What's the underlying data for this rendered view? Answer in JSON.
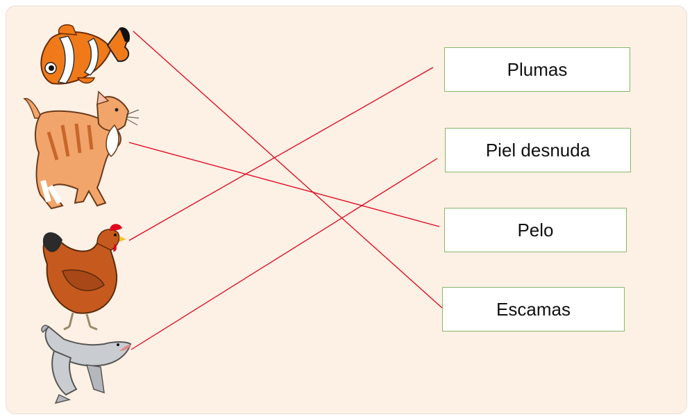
{
  "labels": {
    "plumas": "Plumas",
    "piel_desnuda": "Piel desnuda",
    "pelo": "Pelo",
    "escamas": "Escamas"
  },
  "animals": [
    "clownfish-icon",
    "cat-icon",
    "hen-icon",
    "seal-icon"
  ],
  "connections": [
    {
      "animal": "fish",
      "label": "Escamas"
    },
    {
      "animal": "cat",
      "label": "Pelo"
    },
    {
      "animal": "hen",
      "label": "Plumas"
    },
    {
      "animal": "seal",
      "label": "Piel desnuda"
    }
  ],
  "colors": {
    "background": "#fdf0e4",
    "line": "#e0001b",
    "box_border": "#84b86a"
  }
}
